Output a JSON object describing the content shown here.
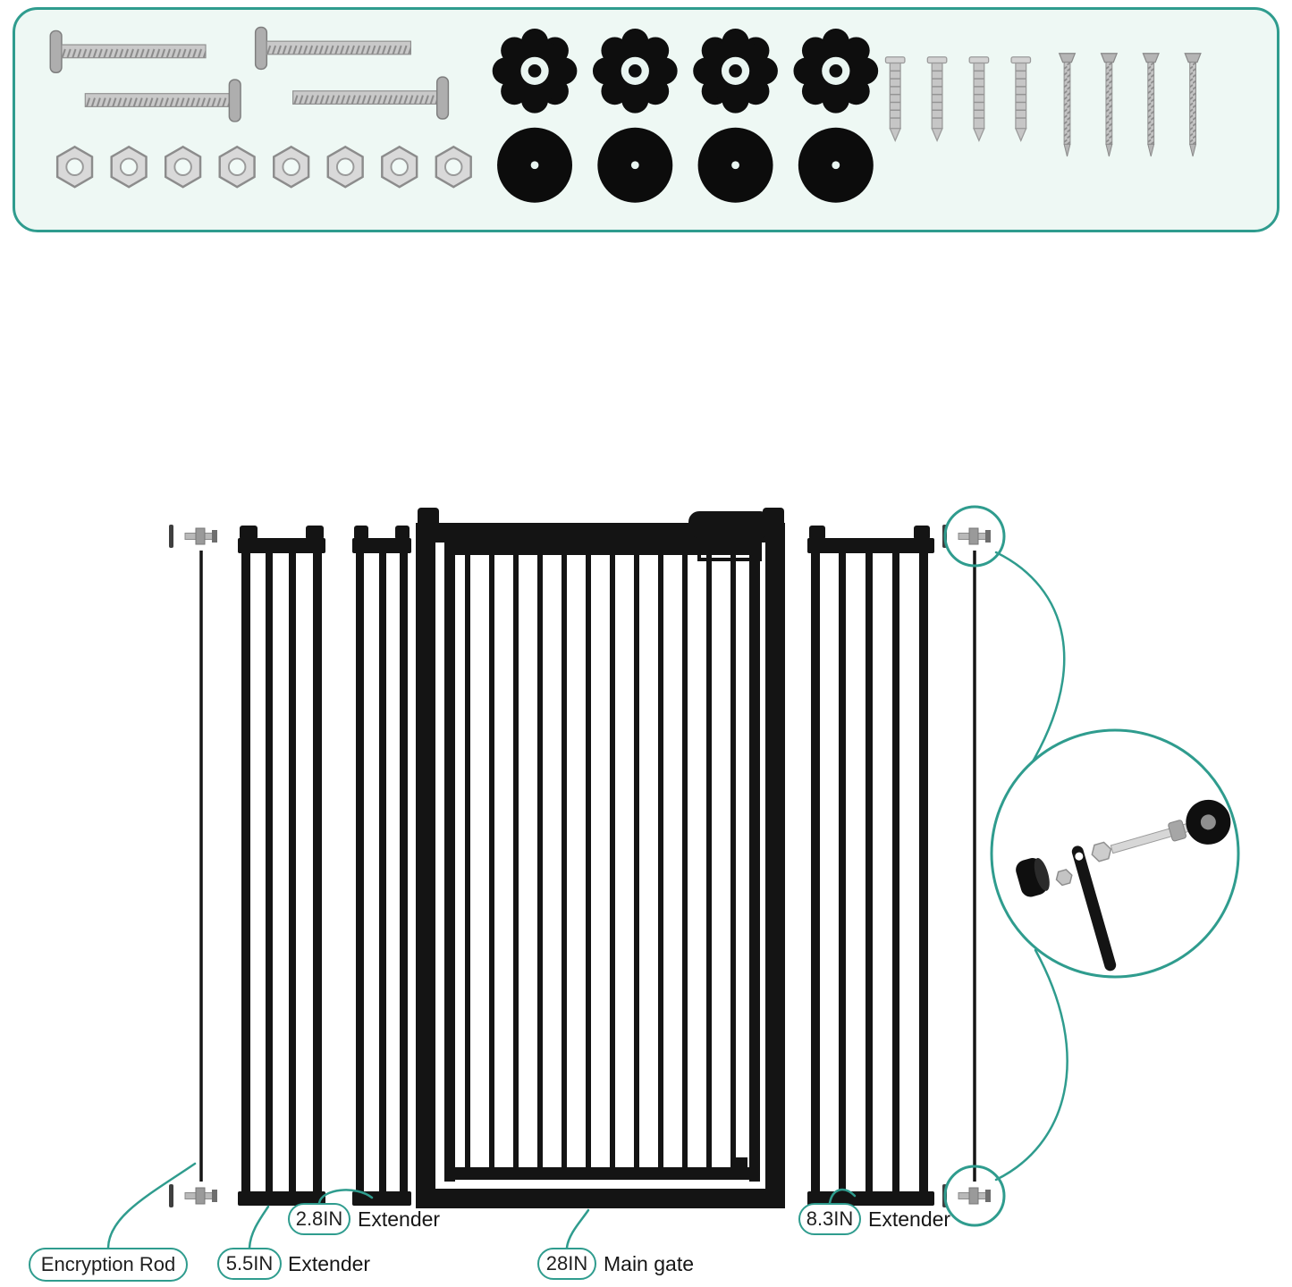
{
  "colors": {
    "accent": "#2F9C8E",
    "box_background": "#EEF8F4",
    "part_black": "#141414"
  },
  "hardware_kit": {
    "tension_bolts": 4,
    "hex_nuts": 8,
    "wall_cups": 4,
    "wall_discs": 4,
    "wall_anchors": 4,
    "screws": 4
  },
  "callouts": {
    "encryption_rod": {
      "label": "Encryption Rod"
    },
    "extender_55": {
      "size": "5.5IN",
      "label": "Extender"
    },
    "extender_28": {
      "size": "2.8IN",
      "label": "Extender"
    },
    "main_gate": {
      "size": "28IN",
      "label": "Main gate"
    },
    "extender_83": {
      "size": "8.3IN",
      "label": "Extender"
    }
  }
}
